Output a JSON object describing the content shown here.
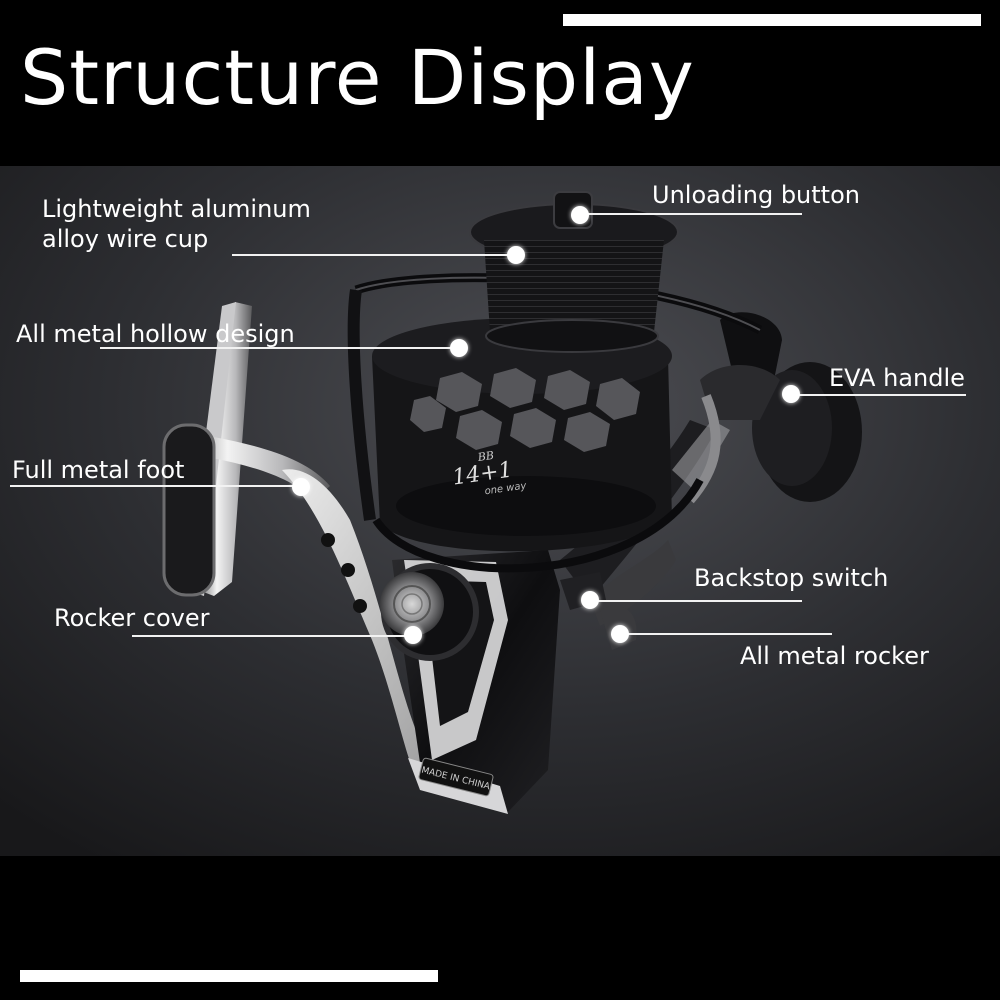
{
  "title": "Structure Display",
  "colors": {
    "background": "#000000",
    "text": "#ffffff",
    "accent_line": "#f2f2f2"
  },
  "callouts": {
    "wire_cup_line1": "Lightweight aluminum",
    "wire_cup_line2": "alloy wire cup",
    "unloading_button": "Unloading button",
    "hollow_design": "All metal hollow design",
    "eva_handle": "EVA handle",
    "metal_foot": "Full metal foot",
    "backstop_switch": "Backstop switch",
    "rocker_cover": "Rocker cover",
    "metal_rocker": "All metal rocker"
  },
  "product": {
    "spool_marking_top": "BB",
    "spool_marking_main": "14+1",
    "spool_marking_sub": "one way",
    "body_stamp": "MADE IN CHINA"
  }
}
